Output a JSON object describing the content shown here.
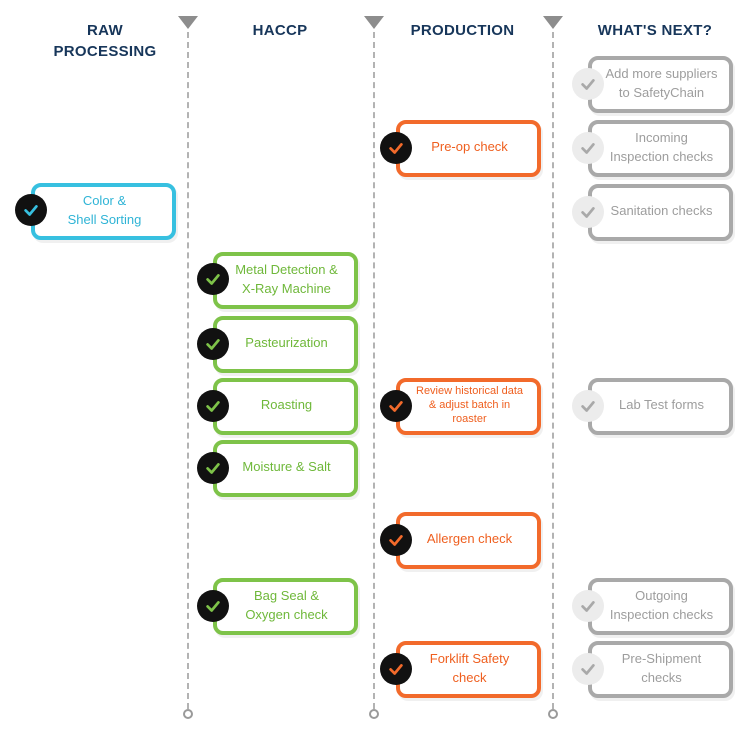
{
  "columns": [
    {
      "title": "RAW\nPROCESSING"
    },
    {
      "title": "HACCP"
    },
    {
      "title": "PRODUCTION"
    },
    {
      "title": "WHAT'S NEXT?"
    }
  ],
  "raw_processing": [
    {
      "label": "Color &\nShell Sorting",
      "check_color": "#37c0e0"
    }
  ],
  "haccp": [
    {
      "label": "Metal Detection &\nX-Ray Machine",
      "check_color": "#7ec349"
    },
    {
      "label": "Pasteurization",
      "check_color": "#7ec349"
    },
    {
      "label": "Roasting",
      "check_color": "#7ec349"
    },
    {
      "label": "Moisture & Salt",
      "check_color": "#7ec349"
    },
    {
      "label": "Bag Seal &\nOxygen check",
      "check_color": "#7ec349"
    }
  ],
  "production": [
    {
      "label": "Pre-op check",
      "check_color": "#f26a2b"
    },
    {
      "label": "Review historical data\n& adjust batch in\nroaster",
      "check_color": "#f26a2b"
    },
    {
      "label": "Allergen check",
      "check_color": "#f26a2b"
    },
    {
      "label": "Forklift Safety\ncheck",
      "check_color": "#f26a2b"
    }
  ],
  "whats_next": [
    {
      "label": "Add more suppliers\nto SafetyChain"
    },
    {
      "label": "Incoming\nInspection checks"
    },
    {
      "label": "Sanitation checks"
    },
    {
      "label": "Lab Test forms"
    },
    {
      "label": "Outgoing\nInspection checks"
    },
    {
      "label": "Pre-Shipment\nchecks"
    }
  ],
  "colors": {
    "header": "#17365a",
    "raw_processing": "#37c0e0",
    "haccp": "#7ec349",
    "production": "#f26a2b",
    "whats_next": "#a9a9a9"
  },
  "icons": {
    "check": "check-icon",
    "column_marker": "triangle-down-icon",
    "column_end": "circle-end-icon"
  }
}
